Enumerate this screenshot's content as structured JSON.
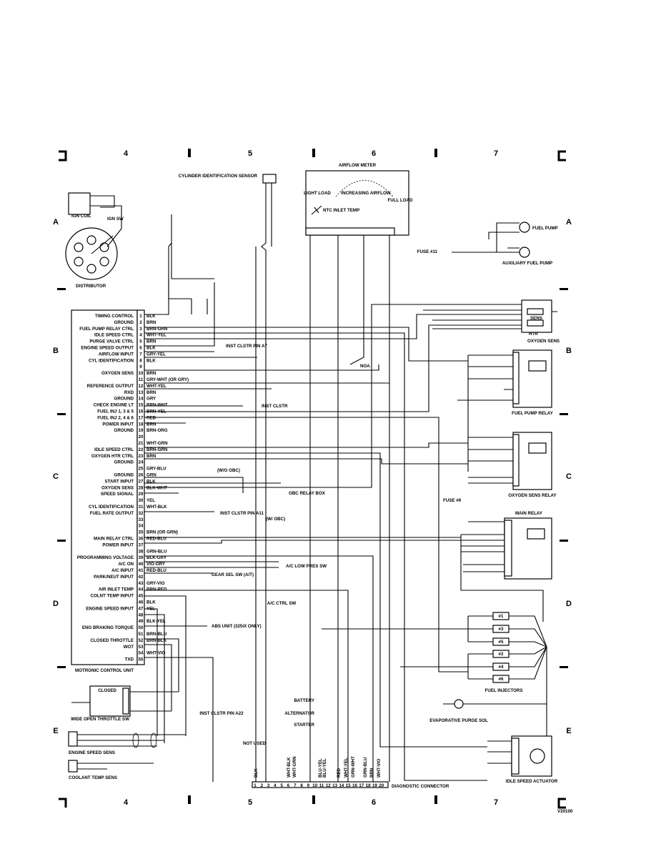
{
  "grid": {
    "columns": [
      "4",
      "5",
      "6",
      "7"
    ],
    "rows_left": [
      "A",
      "B",
      "C",
      "D",
      "E"
    ],
    "rows_right": [
      "A",
      "B",
      "C",
      "D",
      "E"
    ]
  },
  "components": {
    "cylinder_id_sensor": "CYLINDER IDENTIFICATION SENSOR",
    "airflow_meter": "AIRFLOW METER",
    "light_load": "LIGHT LOAD",
    "increasing_airflow": "INCREASING AIRFLOW",
    "full_load": "FULL LOAD",
    "ntc_inlet_temp": "NTC INLET TEMP",
    "ign_coil": "IGN COIL",
    "ign_sw": "IGN SW",
    "distributor": "DISTRIBUTOR",
    "fuel_pump": "FUEL PUMP",
    "aux_fuel_pump": "AUXILIARY FUEL PUMP",
    "fuse11": "FUSE #11",
    "oxygen_sens_top": "SENS",
    "htr": "HTR",
    "oxygen_sens_label": "OXYGEN SENS",
    "fuel_pump_relay": "FUEL PUMP RELAY",
    "oxygen_sens_relay": "OXYGEN SENS RELAY",
    "main_relay": "MAIN RELAY",
    "fuel_injectors": "FUEL INJECTORS",
    "evap_purge_sol": "EVAPORATIVE PURGE SOL",
    "idle_speed_actuator": "IDLE SPEED ACTUATOR",
    "motronic_unit": "MOTRONIC CONTROL UNIT",
    "throttle_sw": "WIDE OPEN THROTTLE SW",
    "closed": "CLOSED",
    "engine_speed_sens": "ENGINE SPEED SENS",
    "coolant_temp_sens": "COOLANT TEMP SENS",
    "diagnostic_connector": "DIAGNOSTIC CONNECTOR",
    "inst_clstr_pin_a22": "INST CLSTR PIN A22",
    "not_used": "NOT USED",
    "battery": "BATTERY",
    "alternator": "ALTERNATOR",
    "starter": "STARTER",
    "ac_ctrl_sw": "A/C CTRL SW",
    "ac_low_pres_sw": "A/C LOW PRES SW",
    "gear_sel_sw": "GEAR SEL SW (A/T)",
    "abs_unit": "ABS UNIT (325iX ONLY)",
    "inst_clstr": "INST CLSTR",
    "inst_clstr_pin_a7": "INST CLSTR PIN A7",
    "inst_clstr_pin_a11": "INST CLSTR PIN A11",
    "obc_relay_box": "OBC RELAY BOX",
    "fuse9": "FUSE #9",
    "wo_obc": "(W/O OBC)",
    "w_obc": "(W/ OBC)",
    "noa": "NOA",
    "code": "V20100"
  },
  "ecu_pins": [
    {
      "n": "1",
      "label": "TIMING CONTROL",
      "wire": "BLK"
    },
    {
      "n": "2",
      "label": "GROUND",
      "wire": "BRN"
    },
    {
      "n": "3",
      "label": "FUEL PUMP RELAY CTRL",
      "wire": "BRN-GRN"
    },
    {
      "n": "4",
      "label": "IDLE SPEED CTRL",
      "wire": "WHT-YEL"
    },
    {
      "n": "5",
      "label": "PURGE VALVE CTRL",
      "wire": "BRN"
    },
    {
      "n": "6",
      "label": "ENGINE SPEED OUTPUT",
      "wire": "BLK"
    },
    {
      "n": "7",
      "label": "AIRFLOW INPUT",
      "wire": "GRY-YEL"
    },
    {
      "n": "8",
      "label": "CYL IDENTIFICATION",
      "wire": "BLK"
    },
    {
      "n": "9",
      "label": "",
      "wire": ""
    },
    {
      "n": "10",
      "label": "OXYGEN SENS",
      "wire": "BRN"
    },
    {
      "n": "11",
      "label": "",
      "wire": "GRY-WHT (OR GRY)"
    },
    {
      "n": "12",
      "label": "REFERENCE OUTPUT",
      "wire": "WHT-YEL"
    },
    {
      "n": "13",
      "label": "RXD",
      "wire": "BRN"
    },
    {
      "n": "14",
      "label": "GROUND",
      "wire": "GRY"
    },
    {
      "n": "15",
      "label": "CHECK ENGINE LT",
      "wire": "BRN-WHT"
    },
    {
      "n": "16",
      "label": "FUEL INJ 1, 3 & 5",
      "wire": "BRN-YEL"
    },
    {
      "n": "17",
      "label": "FUEL INJ 2, 4 & 6",
      "wire": "RED"
    },
    {
      "n": "18",
      "label": "POWER INPUT",
      "wire": "BRN"
    },
    {
      "n": "19",
      "label": "GROUND",
      "wire": "BRN-ORG"
    },
    {
      "n": "20",
      "label": "",
      "wire": ""
    },
    {
      "n": "21",
      "label": "",
      "wire": "WHT-GRN"
    },
    {
      "n": "22",
      "label": "IDLE SPEED CTRL",
      "wire": "BRN-GRN"
    },
    {
      "n": "23",
      "label": "OXYGEN HTR CTRL",
      "wire": "BRN"
    },
    {
      "n": "24",
      "label": "GROUND",
      "wire": ""
    },
    {
      "n": "25",
      "label": "",
      "wire": "GRY-BLU"
    },
    {
      "n": "26",
      "label": "GROUND",
      "wire": "GRN"
    },
    {
      "n": "27",
      "label": "START INPUT",
      "wire": "BLK"
    },
    {
      "n": "28",
      "label": "OXYGEN SENS",
      "wire": "BLK-WHT"
    },
    {
      "n": "29",
      "label": "SPEED SIGNAL",
      "wire": ""
    },
    {
      "n": "30",
      "label": "",
      "wire": "YEL"
    },
    {
      "n": "31",
      "label": "CYL IDENTIFICATION",
      "wire": "WHT-BLK"
    },
    {
      "n": "32",
      "label": "FUEL RATE OUTPUT",
      "wire": ""
    },
    {
      "n": "33",
      "label": "",
      "wire": ""
    },
    {
      "n": "34",
      "label": "",
      "wire": ""
    },
    {
      "n": "35",
      "label": "",
      "wire": "BRN (OR GRN)"
    },
    {
      "n": "36",
      "label": "MAIN RELAY CTRL",
      "wire": "RED-BLU"
    },
    {
      "n": "37",
      "label": "POWER INPUT",
      "wire": ""
    },
    {
      "n": "38",
      "label": "",
      "wire": "GRN-BLU"
    },
    {
      "n": "39",
      "label": "PROGRAMMING VOLTAGE",
      "wire": "BLK-GRY"
    },
    {
      "n": "40",
      "label": "A/C ON",
      "wire": "VIO-GRY"
    },
    {
      "n": "41",
      "label": "A/C INPUT",
      "wire": "RED-BLU"
    },
    {
      "n": "42",
      "label": "PARK/NEUT INPUT",
      "wire": ""
    },
    {
      "n": "43",
      "label": "",
      "wire": "GRY-VIO"
    },
    {
      "n": "44",
      "label": "AIR INLET TEMP",
      "wire": "BRN-RED"
    },
    {
      "n": "45",
      "label": "COLNT TEMP INPUT",
      "wire": ""
    },
    {
      "n": "46",
      "label": "",
      "wire": "BLK"
    },
    {
      "n": "47",
      "label": "ENGINE SPEED INPUT",
      "wire": "YEL"
    },
    {
      "n": "48",
      "label": "",
      "wire": ""
    },
    {
      "n": "49",
      "label": "",
      "wire": "BLK-YEL"
    },
    {
      "n": "50",
      "label": "ENG BRAKING TORQUE",
      "wire": ""
    },
    {
      "n": "51",
      "label": "",
      "wire": "BRN-BLU"
    },
    {
      "n": "52",
      "label": "CLOSED THROTTLE",
      "wire": "BRN-BLK"
    },
    {
      "n": "53",
      "label": "WOT",
      "wire": ""
    },
    {
      "n": "54",
      "label": "",
      "wire": "WHT-VIO"
    },
    {
      "n": "55",
      "label": "TXD",
      "wire": ""
    }
  ],
  "injectors": [
    "#1",
    "#3",
    "#5",
    "#2",
    "#4",
    "#6"
  ],
  "diag_pins": [
    "1",
    "2",
    "3",
    "4",
    "5",
    "6",
    "7",
    "8",
    "9",
    "10",
    "11",
    "12",
    "13",
    "14",
    "15",
    "16",
    "17",
    "18",
    "19",
    "20"
  ],
  "diag_wires": [
    "BLK",
    "WHT-BLK",
    "WHT-GRN",
    "BLU-YEL",
    "BLU-YEL",
    "RED",
    "WHT-YEL",
    "GRN-WHT",
    "GRN-BLU",
    "BRN",
    "WHT-VIO"
  ]
}
